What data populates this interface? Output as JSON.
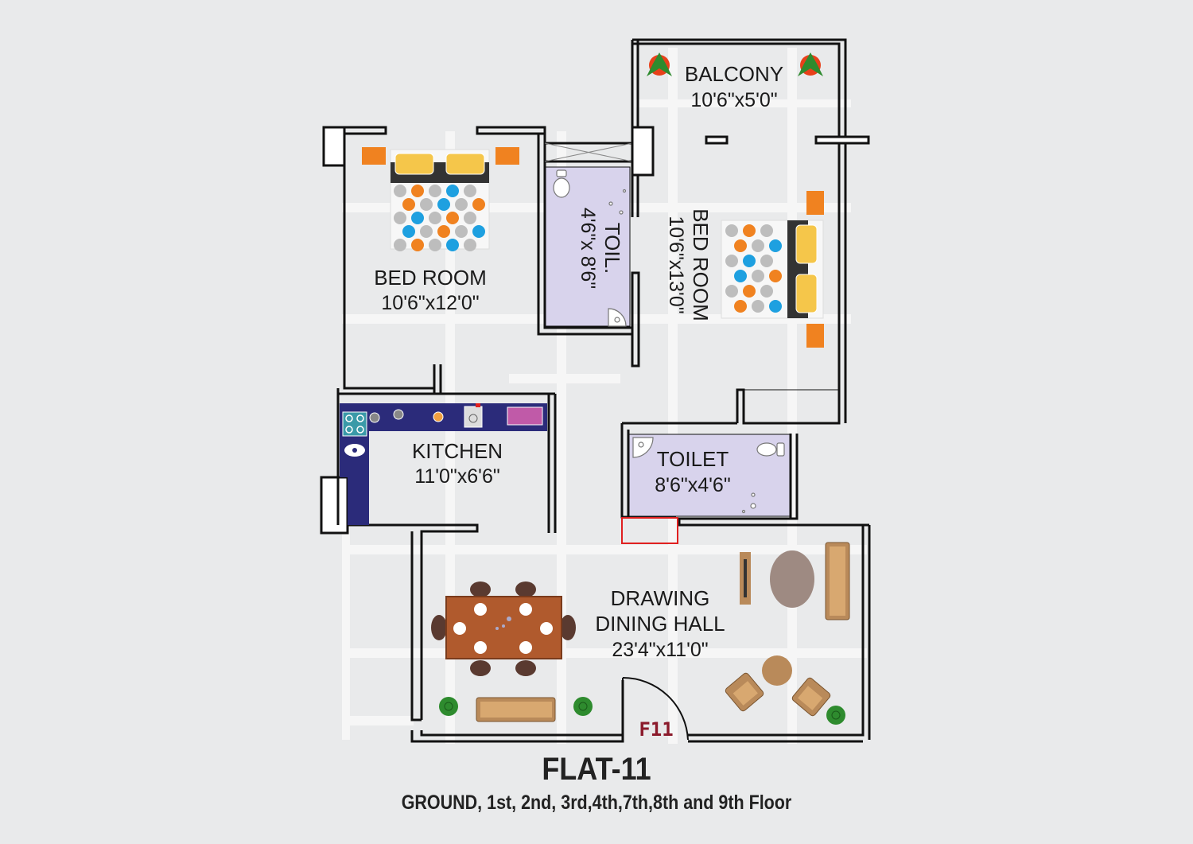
{
  "rooms": {
    "balcony": {
      "name": "BALCONY",
      "size": "10'6\"x5'0\""
    },
    "bedroom1": {
      "name": "BED ROOM",
      "size": "10'6\"x12'0\""
    },
    "toilet1": {
      "name": "TOIL.",
      "size": "4'6\"x 8'6\""
    },
    "bedroom2": {
      "name": "BED ROOM",
      "size": "10'6\"x13'0\""
    },
    "kitchen": {
      "name": "KITCHEN",
      "size": "11'0\"x6'6\""
    },
    "toilet2": {
      "name": "TOILET",
      "size": "8'6\"x4'6\""
    },
    "hall": {
      "name_line1": "DRAWING",
      "name_line2": "DINING HALL",
      "size": "23'4\"x11'0\""
    }
  },
  "entrance_label": "F11",
  "title": "FLAT-11",
  "subtitle": "GROUND, 1st, 2nd, 3rd,4th,7th,8th and 9th Floor",
  "colors": {
    "background": "#e9eaeb",
    "wall": "#111111",
    "toilet_fill": "#d8d3ec",
    "kitchen_counter": "#2b2b7a",
    "bed_orange": "#f08220",
    "bed_blue": "#1ea0e0",
    "bed_grey": "#bdbdbd",
    "pillow": "#f5c64a",
    "table": "#b05a2d",
    "sofa": "#b98a5a",
    "plant": "#2e8b2e",
    "entrance_text": "#8b1a2b",
    "door_marker": "#e02020"
  }
}
